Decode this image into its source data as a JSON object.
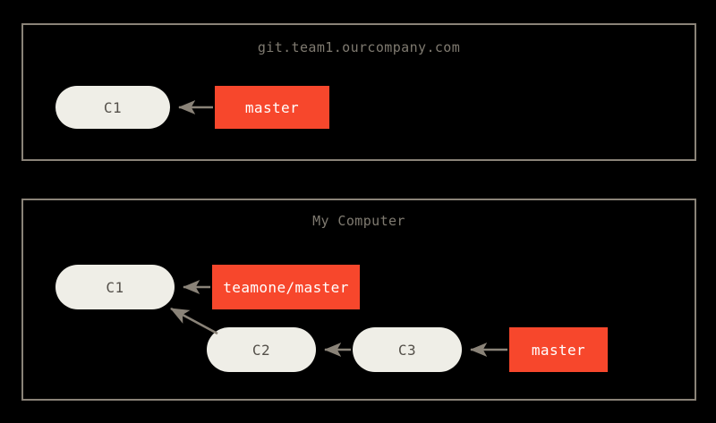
{
  "diagram": {
    "type": "git-branch-diagram",
    "background_color": "#000000",
    "panel_border_color": "#8a8378",
    "commit_fill_color": "#EFEEE7",
    "commit_text_color": "#54504A",
    "branch_fill_color": "#F7472C",
    "branch_text_color": "#FFFFFF",
    "arrow_color": "#8a8378",
    "title_color": "#7f7a70"
  },
  "panels": [
    {
      "id": "remote",
      "title": "git.team1.ourcompany.com",
      "commits": [
        {
          "id": "c1",
          "label": "C1"
        }
      ],
      "branches": [
        {
          "id": "master",
          "label": "master",
          "points_to": "c1"
        }
      ],
      "edges": [
        {
          "from": "master",
          "to": "c1"
        }
      ]
    },
    {
      "id": "local",
      "title": "My Computer",
      "commits": [
        {
          "id": "c1",
          "label": "C1"
        },
        {
          "id": "c2",
          "label": "C2"
        },
        {
          "id": "c3",
          "label": "C3"
        }
      ],
      "branches": [
        {
          "id": "teamone-master",
          "label": "teamone/master",
          "points_to": "c1"
        },
        {
          "id": "master",
          "label": "master",
          "points_to": "c3"
        }
      ],
      "edges": [
        {
          "from": "teamone-master",
          "to": "c1"
        },
        {
          "from": "c2",
          "to": "c1"
        },
        {
          "from": "c3",
          "to": "c2"
        },
        {
          "from": "master",
          "to": "c3"
        }
      ]
    }
  ]
}
